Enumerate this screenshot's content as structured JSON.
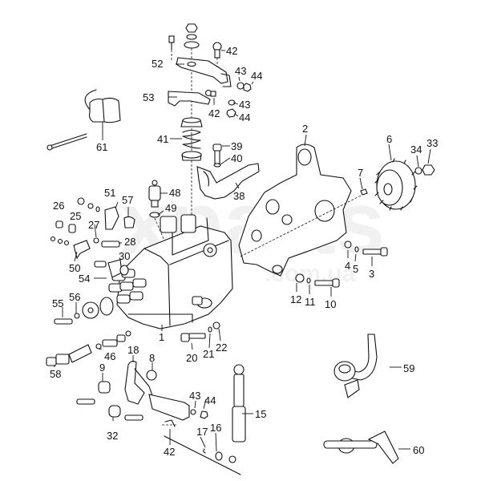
{
  "diagram": {
    "type": "exploded-parts-diagram",
    "subject": "fuel injection pump assembly",
    "watermark": {
      "main": "xparts",
      "sub": ".com.ua"
    },
    "callouts": [
      {
        "id": "c1",
        "number": "1"
      },
      {
        "id": "c2",
        "number": "2"
      },
      {
        "id": "c3",
        "number": "3"
      },
      {
        "id": "c4",
        "number": "4"
      },
      {
        "id": "c5",
        "number": "5"
      },
      {
        "id": "c6",
        "number": "6"
      },
      {
        "id": "c7",
        "number": "7"
      },
      {
        "id": "c8",
        "number": "8"
      },
      {
        "id": "c9",
        "number": "9"
      },
      {
        "id": "c10",
        "number": "10"
      },
      {
        "id": "c11",
        "number": "11"
      },
      {
        "id": "c12",
        "number": "12"
      },
      {
        "id": "c15",
        "number": "15"
      },
      {
        "id": "c16",
        "number": "16"
      },
      {
        "id": "c17",
        "number": "17"
      },
      {
        "id": "c18",
        "number": "18"
      },
      {
        "id": "c20",
        "number": "20"
      },
      {
        "id": "c21",
        "number": "21"
      },
      {
        "id": "c22",
        "number": "22"
      },
      {
        "id": "c25",
        "number": "25"
      },
      {
        "id": "c26",
        "number": "26"
      },
      {
        "id": "c27",
        "number": "27"
      },
      {
        "id": "c28",
        "number": "28"
      },
      {
        "id": "c30",
        "number": "30"
      },
      {
        "id": "c32",
        "number": "32"
      },
      {
        "id": "c33",
        "number": "33"
      },
      {
        "id": "c34",
        "number": "34"
      },
      {
        "id": "c38",
        "number": "38"
      },
      {
        "id": "c39",
        "number": "39"
      },
      {
        "id": "c40",
        "number": "40"
      },
      {
        "id": "c41",
        "number": "41"
      },
      {
        "id": "c42a",
        "number": "42"
      },
      {
        "id": "c42b",
        "number": "42"
      },
      {
        "id": "c42c",
        "number": "42"
      },
      {
        "id": "c43a",
        "number": "43"
      },
      {
        "id": "c43b",
        "number": "43"
      },
      {
        "id": "c43c",
        "number": "43"
      },
      {
        "id": "c44a",
        "number": "44"
      },
      {
        "id": "c44b",
        "number": "44"
      },
      {
        "id": "c44c",
        "number": "44"
      },
      {
        "id": "c46",
        "number": "46"
      },
      {
        "id": "c48",
        "number": "48"
      },
      {
        "id": "c49",
        "number": "49"
      },
      {
        "id": "c50",
        "number": "50"
      },
      {
        "id": "c51",
        "number": "51"
      },
      {
        "id": "c52",
        "number": "52"
      },
      {
        "id": "c53",
        "number": "53"
      },
      {
        "id": "c54",
        "number": "54"
      },
      {
        "id": "c55",
        "number": "55"
      },
      {
        "id": "c56",
        "number": "56"
      },
      {
        "id": "c57",
        "number": "57"
      },
      {
        "id": "c58",
        "number": "58"
      },
      {
        "id": "c59",
        "number": "59"
      },
      {
        "id": "c60",
        "number": "60"
      },
      {
        "id": "c61",
        "number": "61"
      }
    ]
  }
}
